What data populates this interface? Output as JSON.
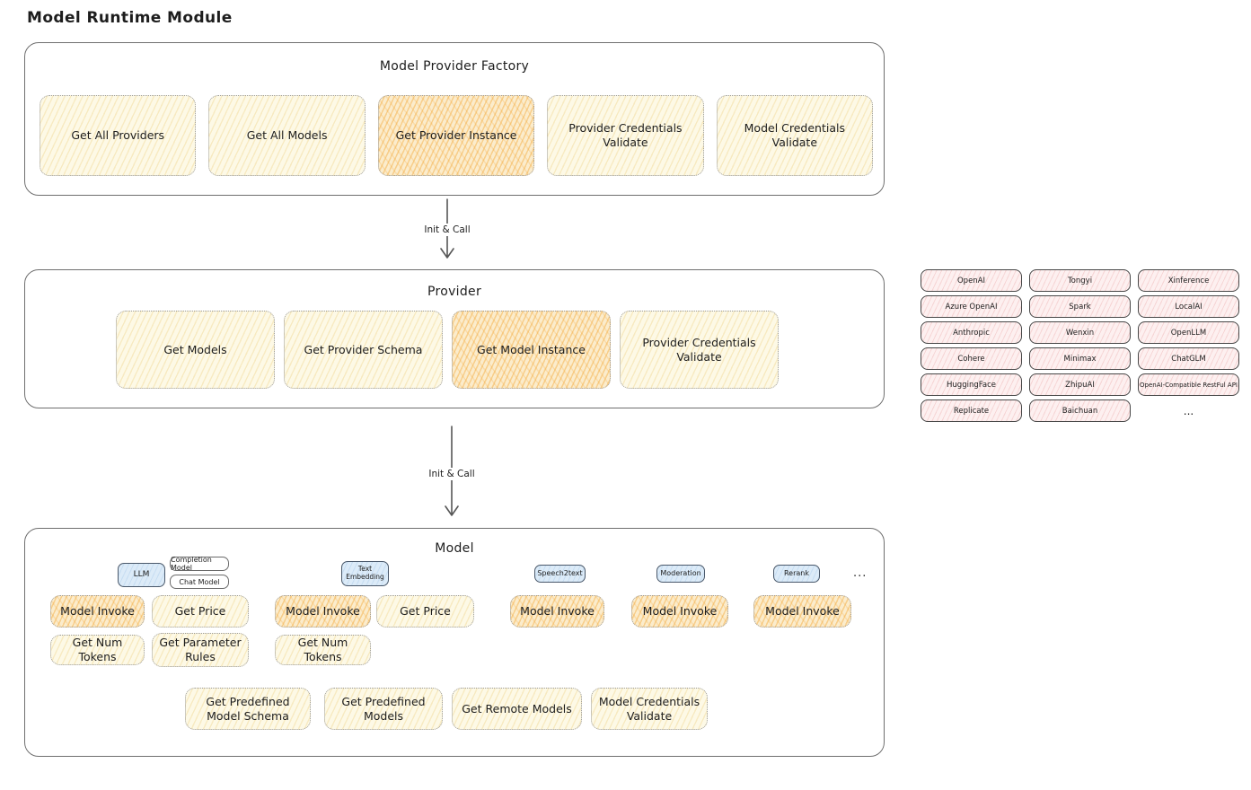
{
  "page": {
    "title": "Model Runtime Module"
  },
  "arrows": {
    "init_call_1": "Init & Call",
    "init_call_2": "Init & Call"
  },
  "factory": {
    "title": "Model Provider Factory",
    "items": [
      {
        "label": "Get All Providers",
        "highlight": false
      },
      {
        "label": "Get All Models",
        "highlight": false
      },
      {
        "label": "Get Provider Instance",
        "highlight": true
      },
      {
        "label": "Provider Credentials Validate",
        "highlight": false
      },
      {
        "label": "Model Credentials Validate",
        "highlight": false
      }
    ]
  },
  "provider": {
    "title": "Provider",
    "items": [
      {
        "label": "Get Models",
        "highlight": false
      },
      {
        "label": "Get Provider Schema",
        "highlight": false
      },
      {
        "label": "Get Model Instance",
        "highlight": true
      },
      {
        "label": "Provider Credentials Validate",
        "highlight": false
      }
    ]
  },
  "providers_list": {
    "columns": [
      {
        "items": [
          "OpenAI",
          "Azure OpenAI",
          "Anthropic",
          "Cohere",
          "HuggingFace",
          "Replicate"
        ]
      },
      {
        "items": [
          "Tongyi",
          "Spark",
          "Wenxin",
          "Minimax",
          "ZhipuAI",
          "Baichuan"
        ]
      },
      {
        "items": [
          "Xinference",
          "LocalAI",
          "OpenLLM",
          "ChatGLM",
          "OpenAI-Compatible RestFul API"
        ]
      }
    ],
    "ellipsis": "..."
  },
  "model": {
    "title": "Model",
    "ellipsis": "...",
    "tags": {
      "llm": "LLM",
      "completion_model": "Completion Model",
      "chat_model": "Chat Model",
      "text_embedding": "Text Embedding",
      "speech2text": "Speech2text",
      "moderation": "Moderation",
      "rerank": "Rerank"
    },
    "ops": {
      "model_invoke": "Model Invoke",
      "get_price": "Get Price",
      "get_num_tokens": "Get Num Tokens",
      "get_parameter_rules": "Get Parameter Rules",
      "get_predefined_model_schema": "Get Predefined Model Schema",
      "get_predefined_models": "Get Predefined Models",
      "get_remote_models": "Get Remote Models",
      "model_credentials_validate": "Model Credentials Validate"
    }
  },
  "colors": {
    "highlight_orange": "#f2a431",
    "soft_yellow": "#fdf9e6",
    "provider_pink": "#fdf0f0",
    "tag_blue": "#dcebf8",
    "box_border_gray": "#6f6f6f"
  }
}
